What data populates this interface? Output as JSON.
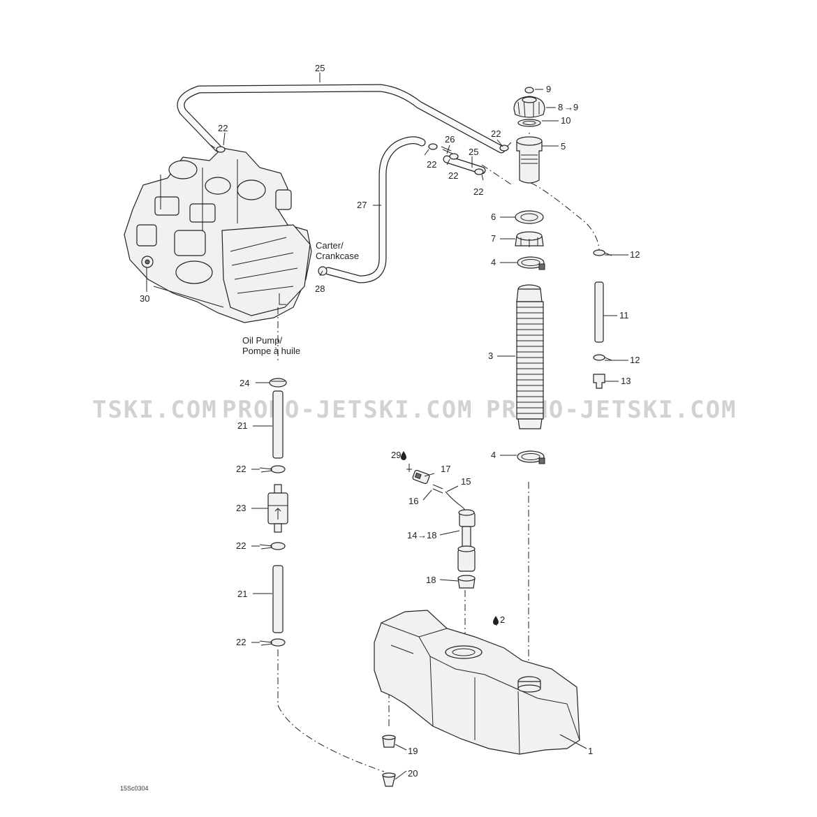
{
  "labels": {
    "n1": "1",
    "n2": "2",
    "n3": "3",
    "n4a": "4",
    "n4b": "4",
    "n4c": "4",
    "n5": "5",
    "n6": "6",
    "n7": "7",
    "n8": "8",
    "n8to": "9",
    "n9": "9",
    "n10": "10",
    "n11": "11",
    "n12a": "12",
    "n12b": "12",
    "n13": "13",
    "n14": "14",
    "n14to": "18",
    "n15": "15",
    "n16": "16",
    "n17": "17",
    "n18": "18",
    "n19": "19",
    "n20": "20",
    "n21a": "21",
    "n21b": "21",
    "n22a": "22",
    "n22b": "22",
    "n22c": "22",
    "n22d": "22",
    "n22e": "22",
    "n22f": "22",
    "n22g": "22",
    "n22h": "22",
    "n23": "23",
    "n24": "24",
    "n25a": "25",
    "n25b": "25",
    "n26": "26",
    "n27": "27",
    "n28": "28",
    "n29": "29",
    "n30": "30"
  },
  "annotations": {
    "crankcase_line1": "Carter/",
    "crankcase_line2": "Crankcase",
    "oilpump_line1": "Oil Pump/",
    "oilpump_line2": "Pompe à huile"
  },
  "watermarks": {
    "left": "TSKI.COM",
    "middle": "PROMO-JETSKI.COM",
    "right": "PROMO-JETSKI.COM"
  },
  "drawing_code": "15Sc0304"
}
